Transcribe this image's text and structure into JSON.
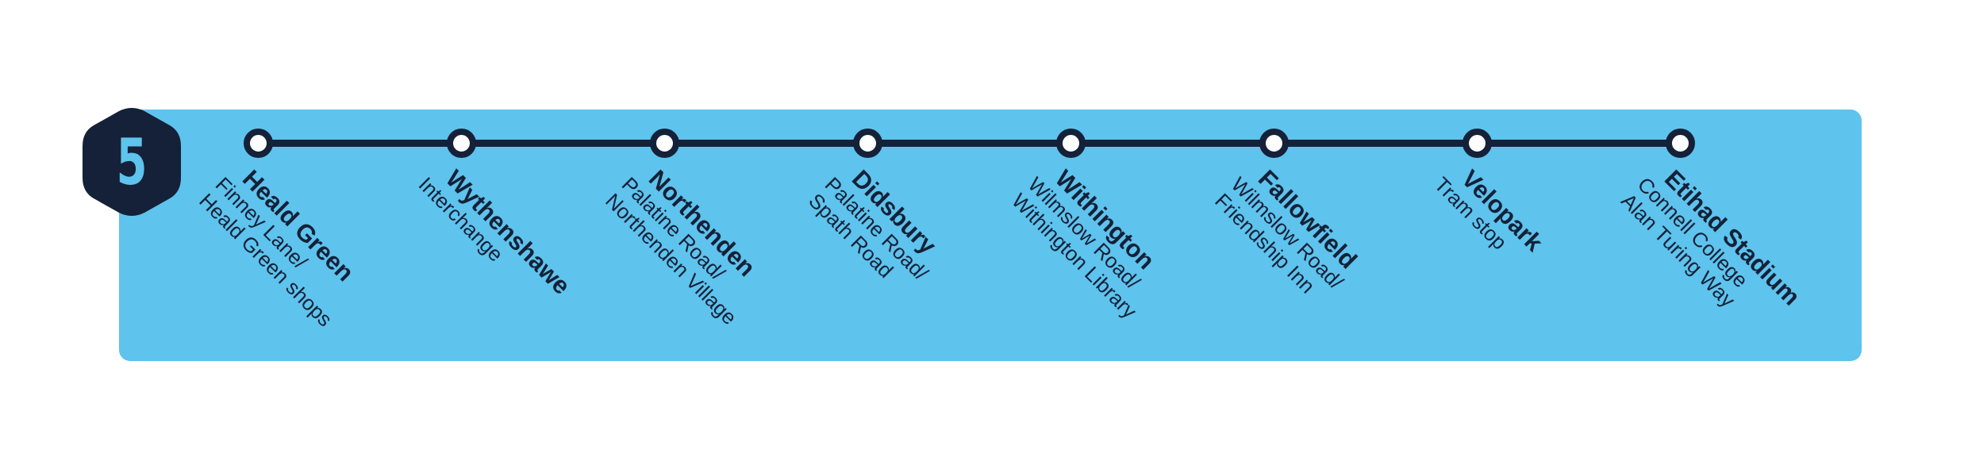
{
  "route": {
    "number": "5",
    "colors": {
      "line": "#142138",
      "panel": "#5ec3ed",
      "badge": "#142138",
      "badge_text": "#5ec3ed",
      "stop_fill": "#ffffff"
    },
    "stops": [
      {
        "name": "Heald Green",
        "sub": [
          "Finney Lane/",
          "Heald Green shops"
        ]
      },
      {
        "name": "Wythenshawe",
        "sub": [
          "Interchange"
        ]
      },
      {
        "name": "Northenden",
        "sub": [
          "Palatine Road/",
          "Northenden Village"
        ]
      },
      {
        "name": "Didsbury",
        "sub": [
          "Palatine Road/",
          "Spath Road"
        ]
      },
      {
        "name": "Withington",
        "sub": [
          "Wilmslow Road/",
          "Withington Library"
        ]
      },
      {
        "name": "Fallowfield",
        "sub": [
          "Wilmslow Road/",
          "Friendship Inn"
        ]
      },
      {
        "name": "Velopark",
        "sub": [
          "Tram stop"
        ]
      },
      {
        "name": "Etihad Stadium",
        "sub": [
          "Connell College",
          "Alan Turing Way"
        ]
      }
    ]
  }
}
